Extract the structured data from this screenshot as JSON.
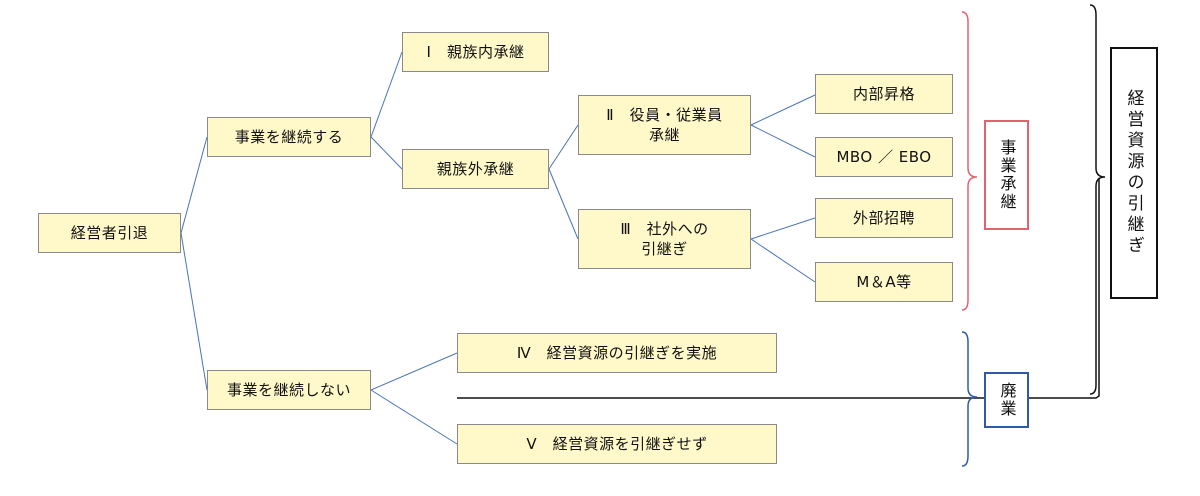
{
  "root": "経営者引退",
  "continue": "事業を継続する",
  "discontinue": "事業を継続しない",
  "family": "Ⅰ　親族内承継",
  "nonfamily": "親族外承継",
  "officer": {
    "line1": "Ⅱ　役員・従業員",
    "line2": "承継"
  },
  "external": {
    "line1": "Ⅲ　社外への",
    "line2": "引継ぎ"
  },
  "internal_promotion": "内部昇格",
  "mbo_ebo": "MBO ／ EBO",
  "external_hire": "外部招聘",
  "ma": "M＆A等",
  "transfer_resources": "Ⅳ　経営資源の引継ぎを実施",
  "no_transfer": "Ⅴ　経営資源を引継ぎせず",
  "label_succession": "事業承継",
  "label_closure": "廃業",
  "label_resource_transfer": "経営資源の引継ぎ",
  "colors": {
    "box_fill": "#fff8c9",
    "connector": "#4a74b4",
    "succession_bracket": "#e06470",
    "closure_bracket": "#2f5aa8"
  }
}
